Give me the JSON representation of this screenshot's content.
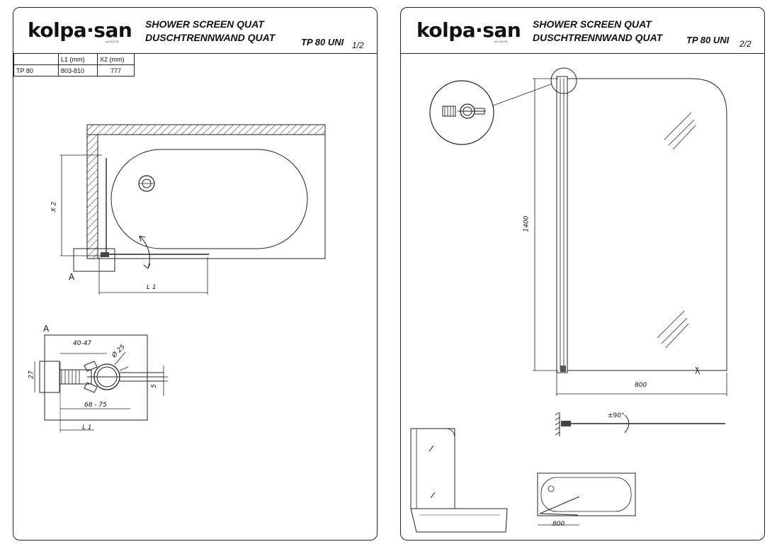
{
  "brand": {
    "name": "kolpa·san",
    "sub": "by KOLPA"
  },
  "title": {
    "line1": "SHOWER SCREEN QUAT",
    "line2": "DUSCHTRENNWAND QUAT"
  },
  "model": "TP 80 UNI",
  "sheet1": {
    "page": "1/2",
    "table": {
      "headers": [
        "",
        "L1 (mm)",
        "X2 (mm)"
      ],
      "rows": [
        [
          "TP 80",
          "803-810",
          "777"
        ]
      ]
    },
    "labels": {
      "x2": "X 2",
      "l1": "L 1",
      "a_top": "A",
      "a_detail": "A",
      "d_40_47": "40-47",
      "d_diam": "Ø 25",
      "d_27": "27",
      "d_5": "5",
      "d_68_75": "68 - 75",
      "d_l1": "L 1"
    }
  },
  "sheet2": {
    "page": "2/2",
    "labels": {
      "height": "1400",
      "width": "800",
      "rotation": "±90°",
      "bath_width": "800"
    }
  }
}
